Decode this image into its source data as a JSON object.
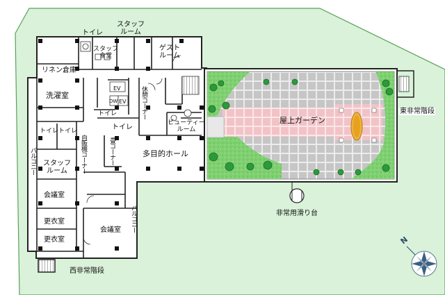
{
  "rooms": {
    "linen_storage": "リネン倉庫",
    "laundry": "洗濯室",
    "toilet_top": "トイレ",
    "staff_room_top": [
      "スタッフ",
      "ルーム"
    ],
    "staff_cafeteria": [
      "スタッフ",
      "食堂"
    ],
    "guest_room": [
      "ゲスト",
      "ルーム"
    ],
    "ev": "EV",
    "dw": "DW",
    "lounge": "休憩コーナー",
    "beauty_room": [
      "ビューティー",
      "ルーム"
    ],
    "toilet_small": "トイレ",
    "toilet_hall": "トイレ",
    "toilet_left_1": "トイレ",
    "toilet_left_2": "トイレ",
    "vending_corner": "自販機コーナー",
    "tatami_corner": "畳コーナー",
    "multipurpose_hall": "多目的ホール",
    "balcony_left": "バルコニー",
    "staff_room_bottom": [
      "スタッフ",
      "ルーム"
    ],
    "meeting_room_1": "会議室",
    "meeting_room_2": "会議室",
    "changing_room_1": "更衣室",
    "changing_room_2": "更衣室",
    "balcony_right": "バルコニー",
    "rooftop_garden": "屋上ガーデン"
  },
  "callouts": {
    "east_stairs": "東非常階段",
    "west_stairs": "西非常階段",
    "emergency_slide": "非常用滑り台"
  },
  "compass": {
    "north_letter": "N"
  },
  "colors": {
    "site_green": "#d9f2d9",
    "building_fill": "#ffffff",
    "wall": "#222222",
    "garden_grass": "#7dcf6f",
    "garden_tile": "#c8c8c8",
    "garden_path": "#f3c9cc",
    "planter": "#f0b33a"
  }
}
